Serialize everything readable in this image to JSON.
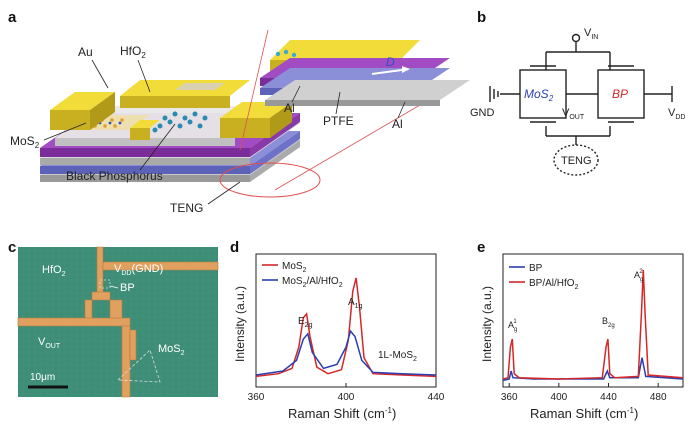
{
  "panels": {
    "a": "a",
    "b": "b",
    "c": "c",
    "d": "d",
    "e": "e"
  },
  "panel_a": {
    "labels": {
      "au": "Au",
      "hfo2": "HfO",
      "hfo2_sub": "2",
      "mos2": "MoS",
      "mos2_sub": "2",
      "bp": "Black Phosphorus",
      "teng": "TENG",
      "al1": "Al",
      "ptfe": "PTFE",
      "al2": "Al",
      "d": "D"
    }
  },
  "panel_b": {
    "vin": "V",
    "vin_sub": "IN",
    "gnd": "GND",
    "vdd": "V",
    "vdd_sub": "DD",
    "vout": "V",
    "vout_sub": "OUT",
    "mos2": "MoS",
    "mos2_sub": "2",
    "bp": "BP",
    "teng": "TENG"
  },
  "panel_c": {
    "hfo2": "HfO",
    "hfo2_sub": "2",
    "vdd": "V",
    "vdd_sub": "DD",
    "vdd_suffix": "(GND)",
    "bp": "BP",
    "vout": "V",
    "vout_sub": "OUT",
    "mos2": "MoS",
    "mos2_sub": "2",
    "scale": "10μm"
  },
  "colors": {
    "red": "#d62728",
    "blue": "#2b3fb0",
    "gold": "#d9c23a",
    "purple": "#8e3bb0",
    "substrate": "#3f8f78",
    "electrode": "#e0a060"
  },
  "chart_data": [
    {
      "type": "line",
      "panel": "d",
      "xlabel": "Raman Shift (cm",
      "xlabel_sup": "-1",
      "xlabel_end": ")",
      "ylabel": "Intensity (a.u.)",
      "xlim": [
        360,
        440
      ],
      "xticks": [
        "360",
        "400",
        "440"
      ],
      "legend": [
        {
          "name": "MoS",
          "sub": "2"
        },
        {
          "name": "MoS",
          "sub": "2",
          "rest": "/Al/HfO",
          "rest_sub": "2"
        }
      ],
      "annotations": {
        "e2g": "E",
        "e2g_sub": "2g",
        "a1g": "A",
        "a1g_sub": "1g",
        "layer": "1L-MoS",
        "layer_sub": "2"
      },
      "series": [
        {
          "name": "MoS2",
          "color": "#d62728",
          "points": [
            [
              360,
              0.08
            ],
            [
              370,
              0.1
            ],
            [
              376,
              0.14
            ],
            [
              379,
              0.3
            ],
            [
              381,
              0.52
            ],
            [
              382.5,
              0.55
            ],
            [
              384,
              0.38
            ],
            [
              387,
              0.15
            ],
            [
              392,
              0.1
            ],
            [
              398,
              0.13
            ],
            [
              401,
              0.35
            ],
            [
              403,
              0.72
            ],
            [
              404.5,
              0.82
            ],
            [
              406,
              0.6
            ],
            [
              408,
              0.22
            ],
            [
              412,
              0.1
            ],
            [
              425,
              0.09
            ],
            [
              440,
              0.08
            ]
          ]
        },
        {
          "name": "MoS2/Al/HfO2",
          "color": "#2b3fb0",
          "points": [
            [
              360,
              0.09
            ],
            [
              372,
              0.12
            ],
            [
              378,
              0.2
            ],
            [
              381,
              0.36
            ],
            [
              383,
              0.4
            ],
            [
              385,
              0.26
            ],
            [
              390,
              0.14
            ],
            [
              396,
              0.17
            ],
            [
              400,
              0.3
            ],
            [
              402,
              0.42
            ],
            [
              404,
              0.38
            ],
            [
              407,
              0.2
            ],
            [
              412,
              0.11
            ],
            [
              425,
              0.1
            ],
            [
              440,
              0.09
            ]
          ]
        }
      ]
    },
    {
      "type": "line",
      "panel": "e",
      "xlabel": "Raman Shift (cm",
      "xlabel_sup": "-1",
      "xlabel_end": ")",
      "ylabel": "Intensity (a.u.)",
      "xlim": [
        355,
        500
      ],
      "xticks": [
        "360",
        "400",
        "440",
        "480"
      ],
      "legend": [
        {
          "name": "BP"
        },
        {
          "name": "BP/Al/HfO",
          "sub": "2"
        }
      ],
      "annotations": {
        "ag1": "A",
        "ag1_sub": "g",
        "ag1_sup": "1",
        "b2g": "B",
        "b2g_sub": "2g",
        "ag2": "A",
        "ag2_sub": "g",
        "ag2_sup": "2"
      },
      "series": [
        {
          "name": "BP",
          "color": "#2b3fb0",
          "points": [
            [
              355,
              0.05
            ],
            [
              360,
              0.06
            ],
            [
              361.5,
              0.12
            ],
            [
              363,
              0.07
            ],
            [
              380,
              0.06
            ],
            [
              436,
              0.06
            ],
            [
              439,
              0.12
            ],
            [
              441,
              0.07
            ],
            [
              464,
              0.07
            ],
            [
              467,
              0.22
            ],
            [
              470,
              0.08
            ],
            [
              500,
              0.06
            ]
          ]
        },
        {
          "name": "BP/Al/HfO2",
          "color": "#d62728",
          "points": [
            [
              355,
              0.06
            ],
            [
              359,
              0.07
            ],
            [
              361,
              0.3
            ],
            [
              362.5,
              0.36
            ],
            [
              364,
              0.1
            ],
            [
              368,
              0.07
            ],
            [
              400,
              0.06
            ],
            [
              435,
              0.07
            ],
            [
              438,
              0.3
            ],
            [
              439.5,
              0.36
            ],
            [
              441,
              0.1
            ],
            [
              445,
              0.07
            ],
            [
              464,
              0.08
            ],
            [
              466.5,
              0.55
            ],
            [
              468,
              0.88
            ],
            [
              469.5,
              0.55
            ],
            [
              472,
              0.09
            ],
            [
              500,
              0.07
            ]
          ]
        }
      ]
    }
  ]
}
